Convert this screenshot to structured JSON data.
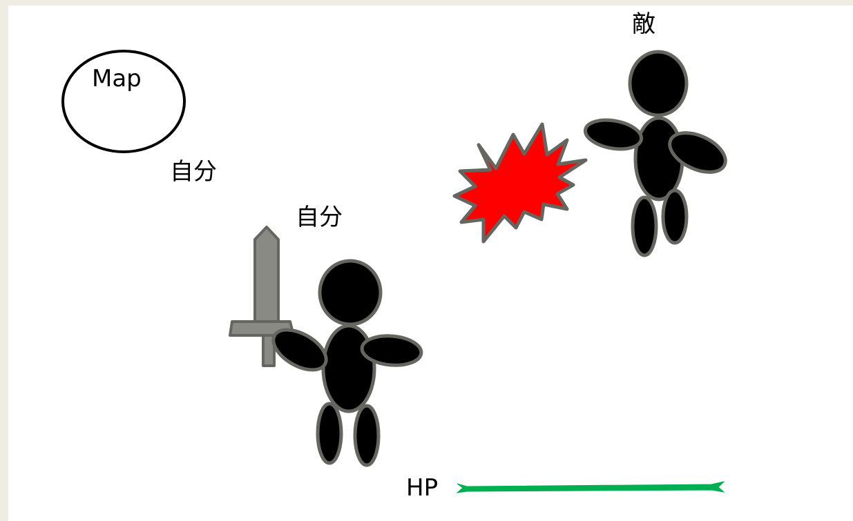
{
  "minimap": {
    "label": "Map"
  },
  "player": {
    "name_label_outer": "自分",
    "name_label": "自分",
    "weapon_icon": "sword-icon"
  },
  "enemy": {
    "name_label": "敵"
  },
  "effects": {
    "hit_icon": "explosion-icon"
  },
  "hud": {
    "hp_label": "HP",
    "hp_fraction": 1.0
  },
  "colors": {
    "background": "#ffffff",
    "page_margin": "#efece3",
    "figure_fill": "#000000",
    "figure_outline": "#666660",
    "sword_fill": "#8a8a84",
    "explosion_fill": "#ff0000",
    "hp_bar": "#00b050"
  }
}
